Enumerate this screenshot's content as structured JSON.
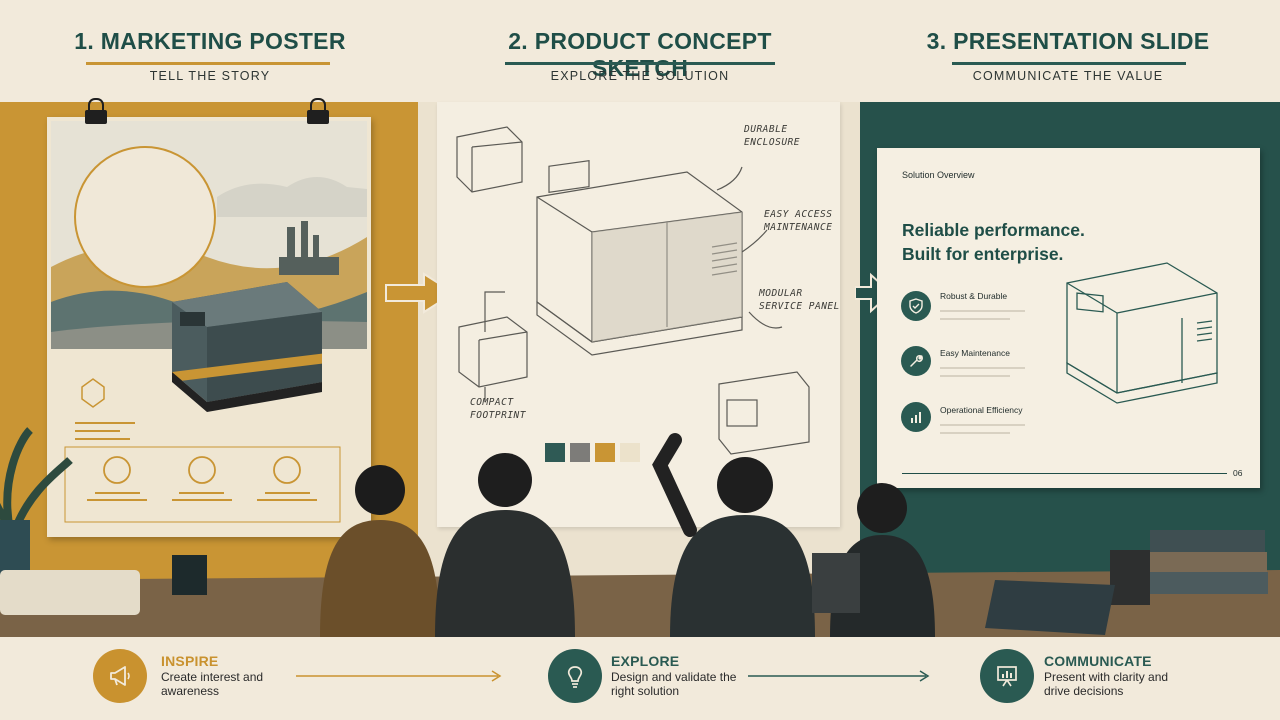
{
  "sections": [
    {
      "title": "1. MARKETING POSTER",
      "subtitle": "TELL THE STORY"
    },
    {
      "title": "2. PRODUCT CONCEPT SKETCH",
      "subtitle": "EXPLORE THE SOLUTION"
    },
    {
      "title": "3. PRESENTATION SLIDE",
      "subtitle": "COMMUNICATE THE VALUE"
    }
  ],
  "sketch": {
    "notes": [
      {
        "text": "DURABLE\nENCLOSURE"
      },
      {
        "text": "EASY ACCESS\nMAINTENANCE"
      },
      {
        "text": "MODULAR\nSERVICE PANEL"
      },
      {
        "text": "COMPACT\nFOOTPRINT"
      }
    ],
    "swatch_colors": [
      "#2f5a55",
      "#7d7c79",
      "#c99534",
      "#ece2cb"
    ]
  },
  "slide": {
    "eyebrow": "Solution Overview",
    "headline": "Reliable performance. Built for enterprise.",
    "features": [
      {
        "label": "Robust & Durable",
        "icon": "shield-check-icon"
      },
      {
        "label": "Easy Maintenance",
        "icon": "wrench-icon"
      },
      {
        "label": "Operational Efficiency",
        "icon": "bar-chart-icon"
      }
    ],
    "page_number": "06"
  },
  "steps": [
    {
      "title": "INSPIRE",
      "description": "Create interest and awareness",
      "icon": "megaphone-icon",
      "color": "#c9922f"
    },
    {
      "title": "EXPLORE",
      "description": "Design and validate the right solution",
      "icon": "lightbulb-icon",
      "color": "#2a5a52"
    },
    {
      "title": "COMMUNICATE",
      "description": "Present with clarity and drive decisions",
      "icon": "presentation-board-icon",
      "color": "#2a5a52"
    }
  ],
  "colors": {
    "accent_gold": "#c99534",
    "accent_teal": "#26514b",
    "paper": "#f2eadb"
  }
}
